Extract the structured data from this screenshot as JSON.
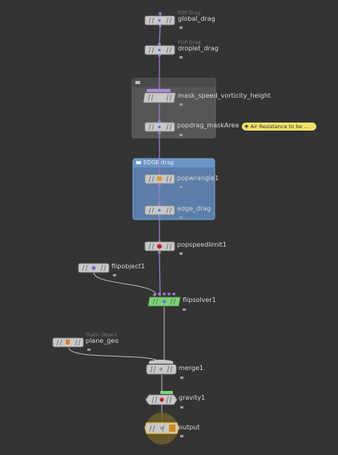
{
  "nodes": [
    {
      "id": "global_drag",
      "label": "global_drag",
      "sublabel": "POP Drag"
    },
    {
      "id": "droplet_drag",
      "label": "droplet_drag",
      "sublabel": "POP Drag"
    },
    {
      "id": "mask_speed_vorticity_height",
      "label": "mask_speed_vorticity_height",
      "sublabel": ""
    },
    {
      "id": "popdrag_maskArea",
      "label": "popdrag_maskArea",
      "sublabel": ""
    },
    {
      "id": "popwrangle1",
      "label": "popwrangle1",
      "sublabel": ""
    },
    {
      "id": "edge_drag",
      "label": "edge_drag",
      "sublabel": ""
    },
    {
      "id": "popspeedlimit1",
      "label": "popspeedlimit1",
      "sublabel": ""
    },
    {
      "id": "flipobject1",
      "label": "flipobject1",
      "sublabel": ""
    },
    {
      "id": "flipsolver1",
      "label": "flipsolver1",
      "sublabel": ""
    },
    {
      "id": "plane_geo",
      "label": "plane_geo",
      "sublabel": "Static Object"
    },
    {
      "id": "merge1",
      "label": "merge1",
      "sublabel": ""
    },
    {
      "id": "gravity1",
      "label": "gravity1",
      "sublabel": ""
    },
    {
      "id": "output",
      "label": "output",
      "sublabel": ""
    }
  ],
  "network_boxes": [
    {
      "id": "mask_box",
      "title": ""
    },
    {
      "id": "edge_box",
      "title": "EDGE drag"
    }
  ],
  "sticky_note": {
    "text": "Air Resistance to be ..."
  },
  "colors": {
    "background": "#333333",
    "node_body": "#c9c9c9",
    "wire": "#9d7fd1",
    "wire_gray": "#b8b8b8",
    "solver_green": "#7fd17a",
    "box_blue": "#6b95c8",
    "output_ring": "#8f7a3a",
    "note_yellow": "#f3e26a"
  }
}
